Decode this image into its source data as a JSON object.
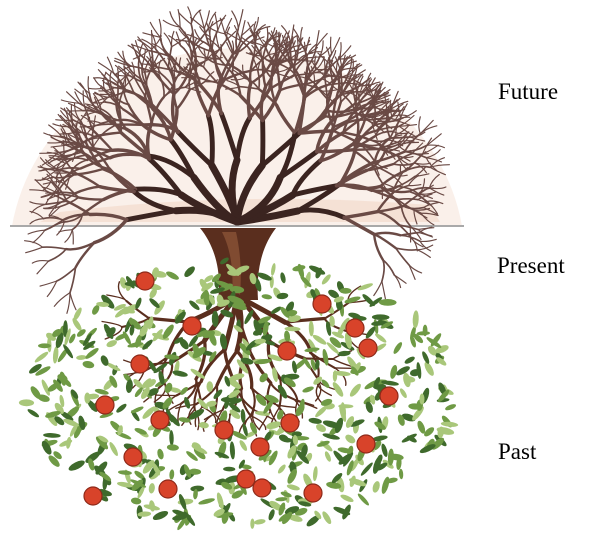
{
  "labels": {
    "future": "Future",
    "present": "Present",
    "past": "Past"
  },
  "illustration": {
    "subject": "tree-with-roots-and-fruit",
    "colors": {
      "branch": "#3b2420",
      "branch_light": "#6a4a45",
      "sky_tint": "#f4ddd0",
      "horizon": "#a9a9a9",
      "trunk": "#5a2e1e",
      "trunk_highlight": "#8a5236",
      "leaf_dark": "#3f6a2c",
      "leaf_mid": "#6f9a45",
      "leaf_light": "#a9c77a",
      "fruit": "#d8432a",
      "fruit_rim": "#8e2a1a"
    }
  }
}
